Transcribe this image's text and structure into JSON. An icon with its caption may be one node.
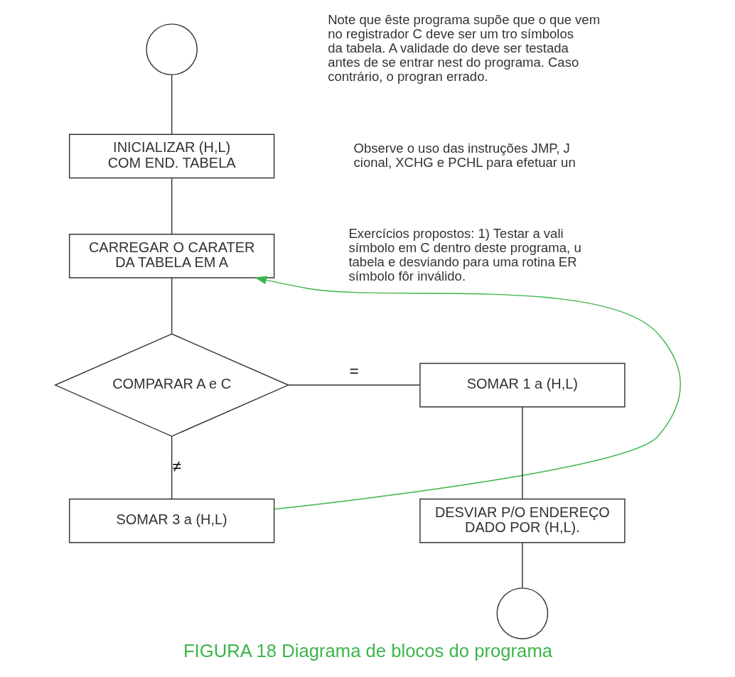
{
  "diagram": {
    "caption": "FIGURA 18 Diagrama de blocos do programa",
    "nodes": [
      {
        "text": [],
        "shape": "circle"
      },
      {
        "text": [
          "INICIALIZAR (H,L) COM END. TABELA"
        ]
      },
      {
        "text": [
          "CARREGAR O CARATER DA TABELA EM A"
        ]
      },
      {
        "text": [
          "COMPARAR A e C"
        ]
      },
      {
        "text": [
          "SOMAR 3 a (H,L)"
        ]
      },
      {
        "text": [
          "SOMAR 1 a (H,L)"
        ]
      },
      {
        "text": [
          "DESVIAR P/O ENDEREÇO DADO POR (H,L)."
        ]
      },
      {
        "text": [],
        "shape": "circle"
      }
    ],
    "edges": [
      {
        "from": 0,
        "to": 1,
        "arrow": "none"
      },
      {
        "from": 1,
        "to": 2,
        "arrow": "none"
      },
      {
        "from": 2,
        "to": 3,
        "arrow": "none"
      },
      {
        "from": 3,
        "to": 4,
        "arrow": "none",
        "label": "≠"
      },
      {
        "from": 4,
        "to": 2,
        "arrow": "to",
        "color": "#3cb54a"
      },
      {
        "from": 3,
        "to": 5,
        "arrow": "none",
        "label": "="
      },
      {
        "from": 5,
        "to": 6,
        "arrow": "none"
      },
      {
        "from": 6,
        "to": 7,
        "arrow": "none"
      }
    ],
    "labels": [
      "Note que êste programa supõe que o que vem no registrador C deve ser um tro símbolos da tabela. A validade do deve ser testada antes de se entrar nest do programa. Caso contrário, o progran errado.",
      "Observe o uso das instruções JMP, J cional, XCHG e PCHL para efetuar un",
      "Exercícios propostos: 1) Testar a vali símbolo em C dentro deste programa, u tabela e desviando para uma rotina ER símbolo fôr inválido."
    ]
  }
}
